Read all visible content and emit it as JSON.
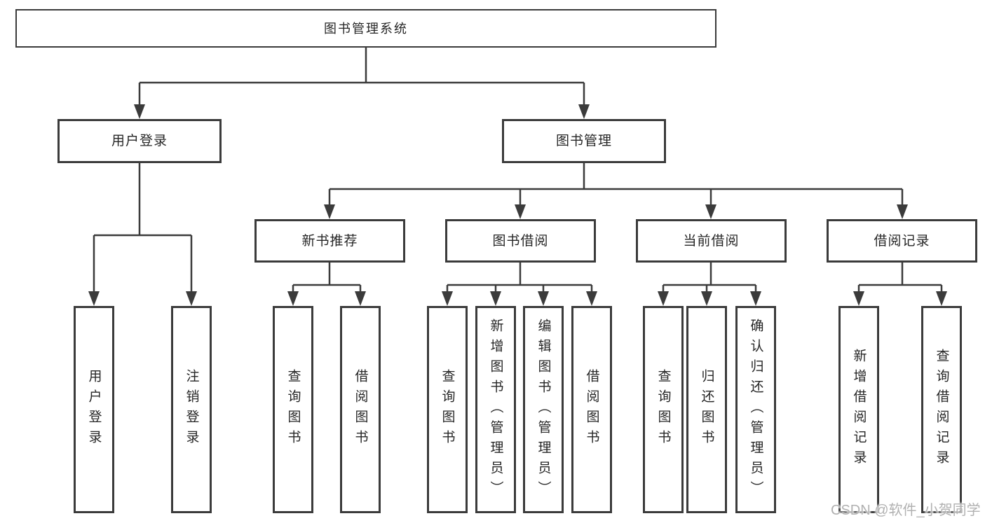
{
  "diagram": {
    "root": {
      "label": "图书管理系统"
    },
    "branches": {
      "user_login": {
        "label": "用户登录",
        "children": {
          "login": {
            "label": "用户登录"
          },
          "logout": {
            "label": "注销登录"
          }
        }
      },
      "book_mgmt": {
        "label": "图书管理",
        "children": {
          "new_book_rec": {
            "label": "新书推荐",
            "children": {
              "query_book": {
                "label": "查询图书"
              },
              "borrow_book": {
                "label": "借阅图书"
              }
            }
          },
          "book_borrow": {
            "label": "图书借阅",
            "children": {
              "query_book": {
                "label": "查询图书"
              },
              "add_book": {
                "label": "新增图书（管理员）"
              },
              "edit_book": {
                "label": "编辑图书（管理员）"
              },
              "borrow_book": {
                "label": "借阅图书"
              }
            }
          },
          "current_borrow": {
            "label": "当前借阅",
            "children": {
              "query_book": {
                "label": "查询图书"
              },
              "return_book": {
                "label": "归还图书"
              },
              "confirm_return": {
                "label": "确认归还（管理员）"
              }
            }
          },
          "borrow_records": {
            "label": "借阅记录",
            "children": {
              "add_record": {
                "label": "新增借阅记录"
              },
              "query_record": {
                "label": "查询借阅记录"
              }
            }
          }
        }
      }
    }
  },
  "watermark": {
    "text": "CSDN @软件_小贺同学"
  },
  "colors": {
    "line": "#3b3b3b",
    "text": "#262626",
    "background": "#ffffff",
    "watermark": "#b1b1b1"
  }
}
